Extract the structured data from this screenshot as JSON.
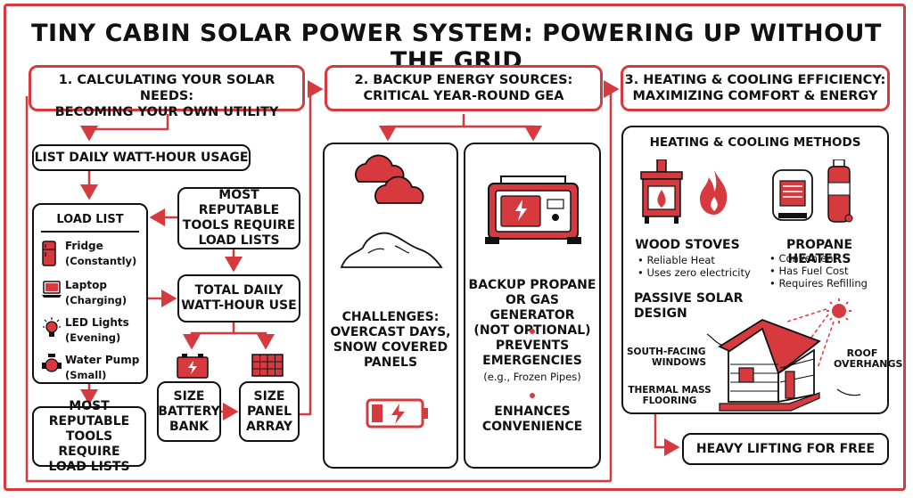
{
  "title": "TINY CABIN SOLAR POWER SYSTEM: POWERING UP WITHOUT THE GRID",
  "section1": {
    "header_line1": "1. CALCULATING YOUR SOLAR NEEDS:",
    "header_line2": "BECOMING YOUR OWN UTILITY",
    "list_daily": "LIST DAILY WATT-HOUR USAGE",
    "load_list_title": "LOAD LIST",
    "loads": [
      {
        "name": "Fridge",
        "detail": "(Constantly)"
      },
      {
        "name": "Laptop",
        "detail": "(Charging)"
      },
      {
        "name": "LED Lights",
        "detail": "(Evening)"
      },
      {
        "name": "Water Pump",
        "detail": "(Small)"
      }
    ],
    "tools_note_line1": "MOST REPUTABLE",
    "tools_note_line2": "TOOLS REQUIRE",
    "tools_note_line3": "LOAD LISTS",
    "total_line1": "TOTAL DAILY",
    "total_line2": "WATT-HOUR USE",
    "battery_line1": "SIZE",
    "battery_line2": "BATTERY",
    "battery_line3": "BANK",
    "panel_line1": "SIZE",
    "panel_line2": "PANEL",
    "panel_line3": "ARRAY",
    "bottom_note_line1": "MOST REPUTABLE",
    "bottom_note_line2": "TOOLS REQUIRE",
    "bottom_note_line3": "LOAD LISTS"
  },
  "section2": {
    "header_line1": "2. BACKUP ENERGY SOURCES:",
    "header_line2": "CRITICAL YEAR-ROUND GEA",
    "challenges_line1": "CHALLENGES:",
    "challenges_line2": "OVERCAST DAYS,",
    "challenges_line3": "SNOW COVERED",
    "challenges_line4": "PANELS",
    "generator_line1": "BACKUP PROPANE",
    "generator_line2": "OR GAS GENERATOR",
    "generator_line3": "(NOT OPTIONAL)",
    "prevents_line1": "PREVENTS",
    "prevents_line2": "EMERGENCIES",
    "prevents_sub": "(e.g., Frozen Pipes)",
    "enhances_line1": "ENHANCES",
    "enhances_line2": "CONVENIENCE"
  },
  "section3": {
    "header_line1": "3. HEATING & COOLING EFFICIENCY:",
    "header_line2": "MAXIMIZING COMFORT & ENERGY",
    "methods_title": "HEATING & COOLING METHODS",
    "wood_title": "WOOD STOVES",
    "wood_bullets": [
      "• Reliable Heat",
      "• Uses zero electricity"
    ],
    "propane_title": "PROPANE HEATERS",
    "propane_bullets": [
      "• Convenient",
      "• Has Fuel Cost",
      "• Requires Refilling"
    ],
    "passive_line1": "PASSIVE SOLAR",
    "passive_line2": "DESIGN",
    "south_line1": "SOUTH-FACING",
    "south_line2": "WINDOWS",
    "roof_line1": "ROOF",
    "roof_line2": "OVERHANGS",
    "thermal_line1": "THERMAL MASS",
    "thermal_line2": "FLOORING",
    "heavy_lifting": "HEAVY LIFTING FOR FREE"
  },
  "colors": {
    "accent": "#d63a3f",
    "ink": "#111111"
  }
}
